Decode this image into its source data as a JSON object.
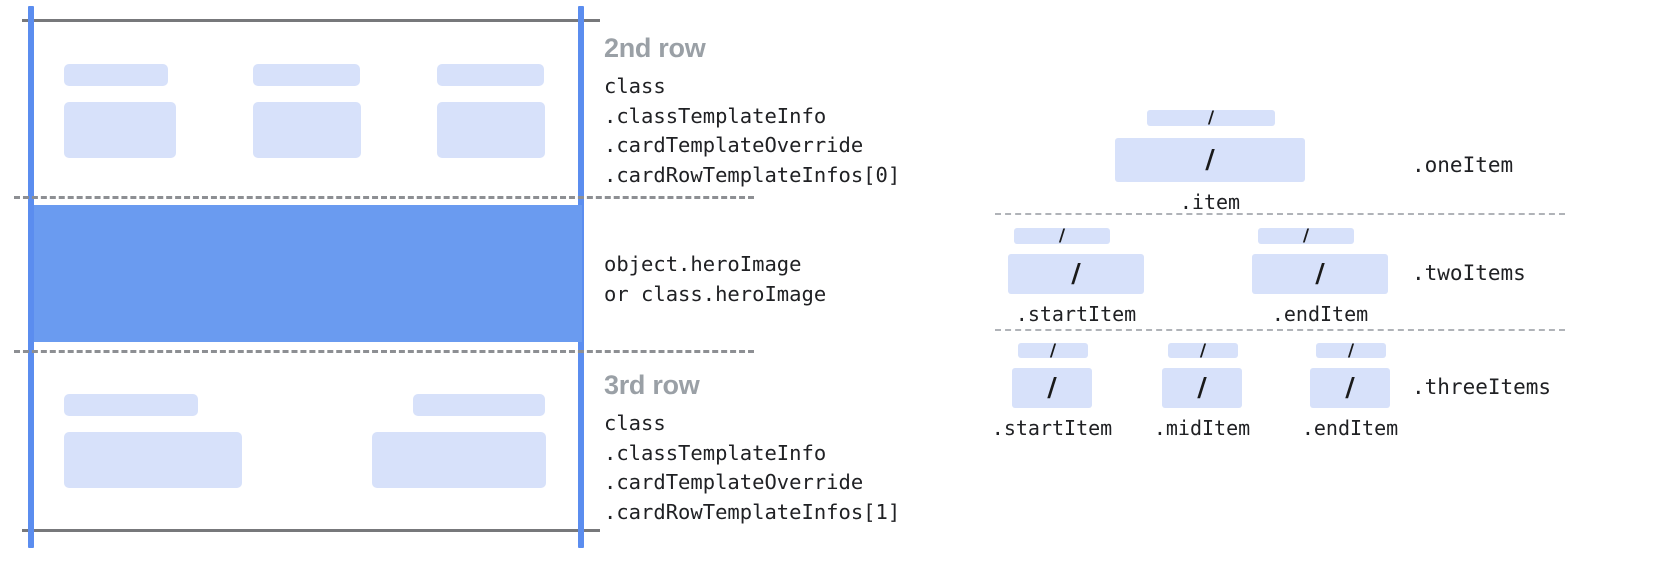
{
  "colors": {
    "accent_blue": "#5b8def",
    "hero_blue": "#6a9bf0",
    "placeholder_blue": "#d7e1fa",
    "heading_gray": "#9aa0a6",
    "rule_gray": "#77787b",
    "dashed_gray": "#8d8f93",
    "text_dark": "#202124"
  },
  "left_card": {
    "row2": {
      "heading": "2nd row",
      "code": "class\n.classTemplateInfo\n.cardTemplateOverride\n.cardRowTemplateInfos[0]"
    },
    "hero": {
      "code": "object.heroImage\nor class.heroImage"
    },
    "row3": {
      "heading": "3rd row",
      "code": "class\n.classTemplateInfo\n.cardTemplateOverride\n.cardRowTemplateInfos[1]"
    },
    "slash_glyph": "/"
  },
  "item_layout": {
    "slash_glyph": "/",
    "groups": [
      {
        "label": ".oneItem",
        "slots": [
          {
            "caption": ".item"
          }
        ]
      },
      {
        "label": ".twoItems",
        "slots": [
          {
            "caption": ".startItem"
          },
          {
            "caption": ".endItem"
          }
        ]
      },
      {
        "label": ".threeItems",
        "slots": [
          {
            "caption": ".startItem"
          },
          {
            "caption": ".midItem"
          },
          {
            "caption": ".endItem"
          }
        ]
      }
    ]
  }
}
